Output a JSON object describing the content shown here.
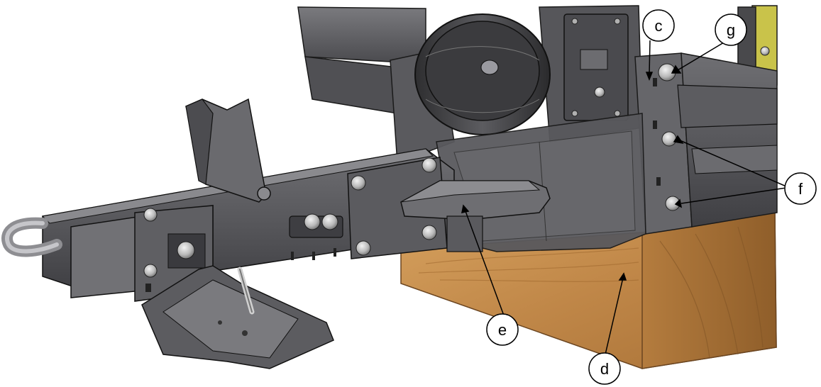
{
  "figure": {
    "callouts": [
      {
        "id": "c",
        "label": "c"
      },
      {
        "id": "g",
        "label": "g"
      },
      {
        "id": "f",
        "label": "f"
      },
      {
        "id": "e",
        "label": "e"
      },
      {
        "id": "d",
        "label": "d"
      }
    ]
  },
  "colors": {
    "steel": "#5e5e62",
    "steel_dark": "#3a3a3e",
    "steel_light": "#8c8c90",
    "wood": "#c8914e",
    "wood_dark": "#9b6a32",
    "outline": "#1a1a1a",
    "callout_stroke": "#000000"
  }
}
